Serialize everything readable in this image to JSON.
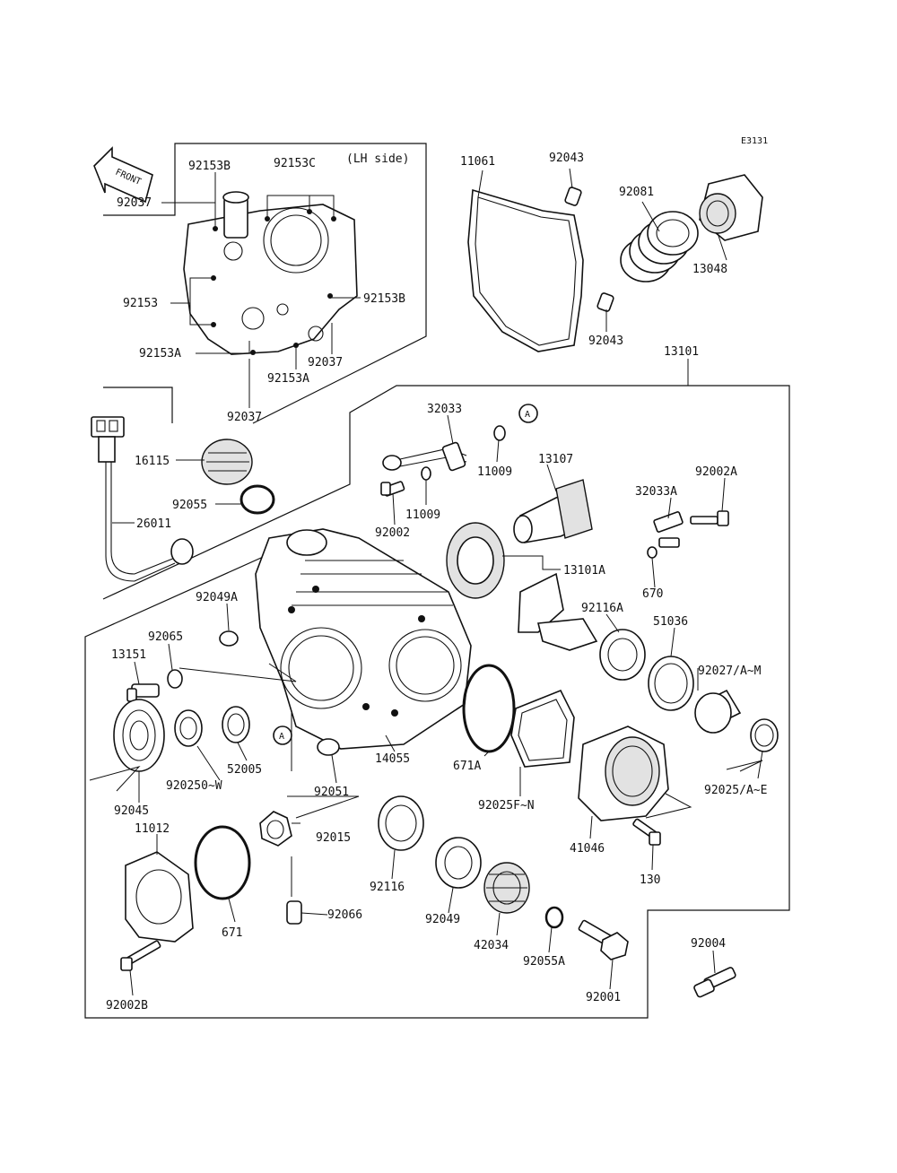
{
  "diagram_code": "E3131",
  "lh_side_note": "(LH side)",
  "front_arrow_text": "FRONT",
  "ref_marker": "A",
  "part_numbers": {
    "p92153B_top": "92153B",
    "p92153C": "92153C",
    "p92037_left": "92037",
    "p92153": "92153",
    "p92153B_right": "92153B",
    "p92153A_left": "92153A",
    "p92037_mid": "92037",
    "p92153A_bottom": "92153A",
    "p92037_bottom": "92037",
    "p11061": "11061",
    "p92043_top": "92043",
    "p92081": "92081",
    "p13048": "13048",
    "p92043_bottom": "92043",
    "p13101": "13101",
    "p32033": "32033",
    "p11009_a": "11009",
    "p13107": "13107",
    "p16115": "16115",
    "p92002": "92002",
    "p11009_b": "11009",
    "p32033A": "32033A",
    "p92002A": "92002A",
    "p92055": "92055",
    "p26011": "26011",
    "p13101A": "13101A",
    "p670": "670",
    "p92049A": "92049A",
    "p92116A": "92116A",
    "p51036": "51036",
    "p92065": "92065",
    "p13151": "13151",
    "p92027": "92027/A~M",
    "p52005": "52005",
    "p14055": "14055",
    "p671A": "671A",
    "p92051": "92051",
    "p920250": "920250~W",
    "p92045": "92045",
    "p92025F": "92025F~N",
    "p92025A": "92025/A~E",
    "p11012": "11012",
    "p92015": "92015",
    "p41046": "41046",
    "p130": "130",
    "p92116": "92116",
    "p92049": "92049",
    "p671": "671",
    "p92066": "92066",
    "p42034": "42034",
    "p92055A": "92055A",
    "p92004": "92004",
    "p92002B": "92002B",
    "p92001": "92001"
  }
}
